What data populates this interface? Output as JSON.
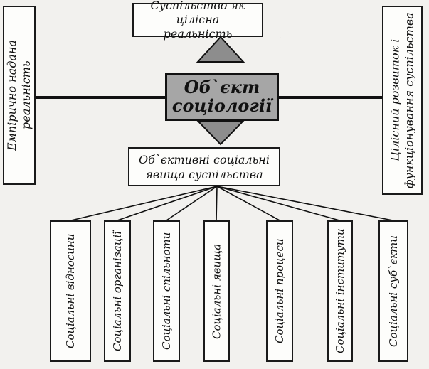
{
  "top_box": {
    "line1": "Суспільство як цілісна",
    "line2": "реальність"
  },
  "center_box": {
    "line1": "Об`єкт",
    "line2": "соціології"
  },
  "left_box": {
    "line1": "Емпірично надана",
    "line2": "реальність"
  },
  "right_box": {
    "line1": "Цілісний розвиток і",
    "line2": "функціонування суспільства"
  },
  "middle_box": {
    "line1": "Об`єктивні соціальні",
    "line2": "явища суспільства"
  },
  "leaves": [
    "Соціальні відносини",
    "Соціальні організації",
    "Соціальні спільноти",
    "Соціальні явища",
    "Соціальні процеси",
    "Соціальні інститути",
    "Соціальні суб`єкти"
  ]
}
